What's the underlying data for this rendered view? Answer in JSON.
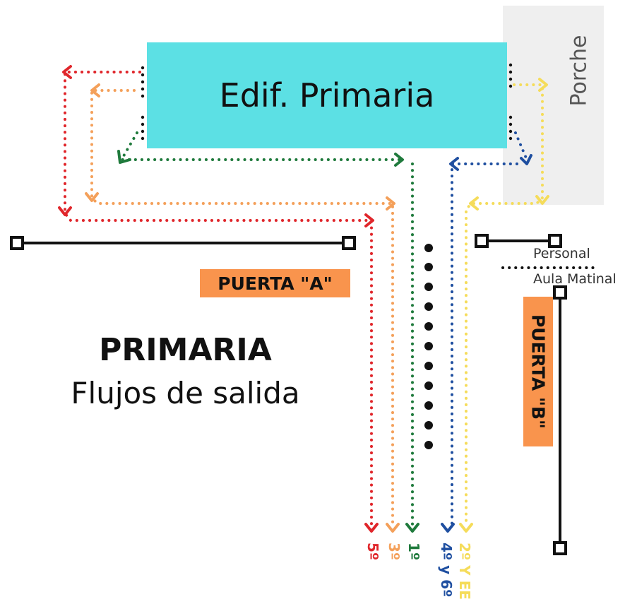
{
  "building": {
    "label": "Edif. Primaria"
  },
  "porch": {
    "label": "Porche"
  },
  "doors": {
    "a": "PUERTA \"A\"",
    "b": "PUERTA \"B\""
  },
  "heading": {
    "title": "PRIMARIA",
    "subtitle": "Flujos de salida"
  },
  "staff": {
    "line1": "Personal",
    "line2": "Aula Matinal"
  },
  "grades": {
    "g5": "5º",
    "g3": "3º",
    "g1": "1º",
    "g46": "4º y 6º",
    "g2": "2º Y EE"
  },
  "colors": {
    "building": "#5ce0e4",
    "porch": "#efefef",
    "door": "#f9944d",
    "red": "#e0262b",
    "orange": "#f4a05a",
    "green": "#1f7a3c",
    "blue": "#1f4fa0",
    "yellow": "#f5dc5a"
  }
}
